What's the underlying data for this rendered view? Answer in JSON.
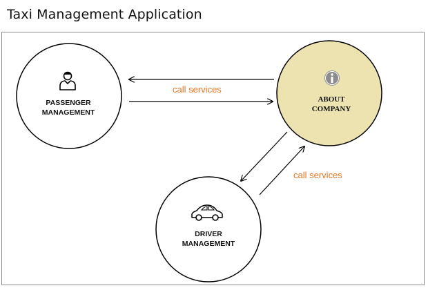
{
  "title": "Taxi Management Application",
  "nodes": {
    "passenger": {
      "line1": "PASSENGER",
      "line2": "MANAGEMENT",
      "icon": "user-icon"
    },
    "about": {
      "line1": "ABOUT",
      "line2": "COMPANY",
      "icon": "info-icon"
    },
    "driver": {
      "line1": "DRIVER",
      "line2": "MANAGEMENT",
      "icon": "car-icon"
    }
  },
  "edges": {
    "top_label": "call services",
    "right_label": "call services"
  },
  "colors": {
    "about_fill": "#ede3b0",
    "edge_label": "#e87722",
    "stroke": "#000000"
  }
}
